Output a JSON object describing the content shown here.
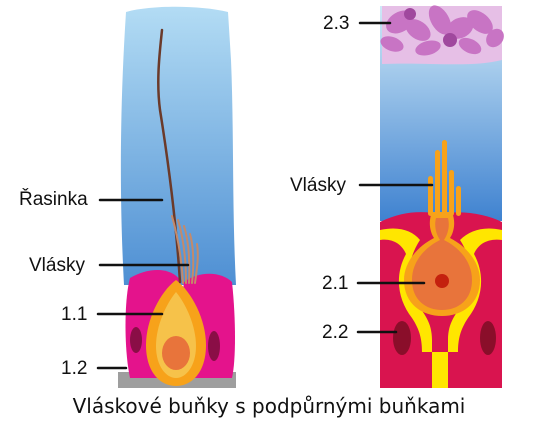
{
  "labels": {
    "rasinka": "Řasinka",
    "vlasky_left": "Vlásky",
    "label_1_1": "1.1",
    "label_1_2": "1.2",
    "label_2_3": "2.3",
    "vlasky_right": "Vlásky",
    "label_2_1": "2.1",
    "label_2_2": "2.2"
  },
  "caption": "Vláskové buňky s podpůrnými buňkami",
  "colors": {
    "fluid_top": "#a9d7f2",
    "fluid_bottom": "#4f93d6",
    "support_cell_left": "#e4138c",
    "support_cell_right": "#d9144f",
    "hair_cell_outer": "#f7a21a",
    "hair_cell_inner": "#e8743b",
    "nucleus": "#c4431e",
    "support_yellow": "#ffe600",
    "base_membrane": "#9e9e9e",
    "otolith": "#c874c4",
    "cilium": "#6b3a2a"
  }
}
